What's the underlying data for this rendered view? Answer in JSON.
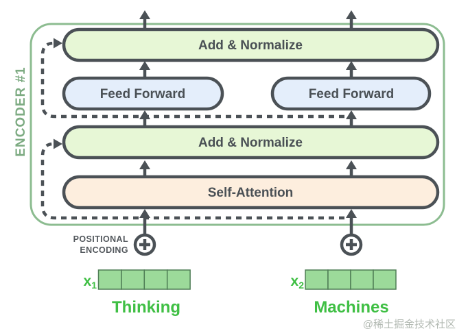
{
  "diagram": {
    "title_context": "Transformer encoder block",
    "encoder_label": "ENCODER #1",
    "boxes": {
      "add_normalize_top": "Add & Normalize",
      "feed_forward_left": "Feed Forward",
      "feed_forward_right": "Feed Forward",
      "add_normalize_bottom": "Add & Normalize",
      "self_attention": "Self-Attention"
    },
    "positional_encoding": {
      "line1": "POSITIONAL",
      "line2": "ENCODING"
    },
    "inputs": [
      {
        "symbol": "x",
        "subscript": "1",
        "word": "Thinking",
        "cells": 4
      },
      {
        "symbol": "x",
        "subscript": "2",
        "word": "Machines",
        "cells": 4
      }
    ],
    "watermark": "@稀土掘金技术社区",
    "colors": {
      "encoder_border": "#8cbc90",
      "encoder_label_green": "#7dab82",
      "add_normalize_fill": "#e7f7d6",
      "feed_forward_fill": "#e4eefb",
      "self_attention_fill": "#fdeede",
      "box_border": "#4b5156",
      "arrow_dark": "#4b5156",
      "pos_enc_text": "#53585d",
      "vector_fill": "#9cda9a",
      "vector_border": "#4e7d55",
      "word_green": "#3fbf44",
      "watermark_gray": "#b3bab3"
    }
  }
}
